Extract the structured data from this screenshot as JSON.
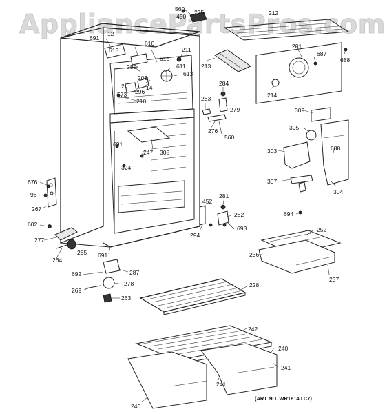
{
  "watermark": "AppliancePartsPros.com",
  "art_number": "(ART NO. WR18140 C7)",
  "labels": {
    "l560a": "560",
    "l450": "450",
    "l275": "275",
    "l212": "212",
    "l691a": "691",
    "l12": "12",
    "l610": "610",
    "l615a": "615",
    "l201": "201",
    "l687": "687",
    "l688a": "688",
    "l211": "211",
    "l280": "280",
    "l615b": "615",
    "l213": "213",
    "l611": "611",
    "l209": "209",
    "l613": "613",
    "l14": "14",
    "l2": "2",
    "l573": "573",
    "l296": "296",
    "l210": "210",
    "l284": "284",
    "l214": "214",
    "l283": "283",
    "l279": "279",
    "l309": "309",
    "l276": "276",
    "l560b": "560",
    "l305": "305",
    "l691b": "691",
    "l247": "247",
    "l308": "308",
    "l324": "324",
    "l303": "303",
    "l688b": "688",
    "l676": "676",
    "l96": "96",
    "l307": "307",
    "l304": "304",
    "l281": "281",
    "l452": "452",
    "l267": "267",
    "l282": "282",
    "l694": "694",
    "l602": "602",
    "l693": "693",
    "l294": "294",
    "l252": "252",
    "l277": "277",
    "l265": "265",
    "l236": "236",
    "l264": "264",
    "l691c": "691",
    "l692": "692",
    "l287": "287",
    "l237": "237",
    "l278": "278",
    "l228": "228",
    "l269": "269",
    "l263": "263",
    "l242": "242",
    "l240a": "240",
    "l241a": "241",
    "l241b": "241",
    "l240b": "240"
  }
}
